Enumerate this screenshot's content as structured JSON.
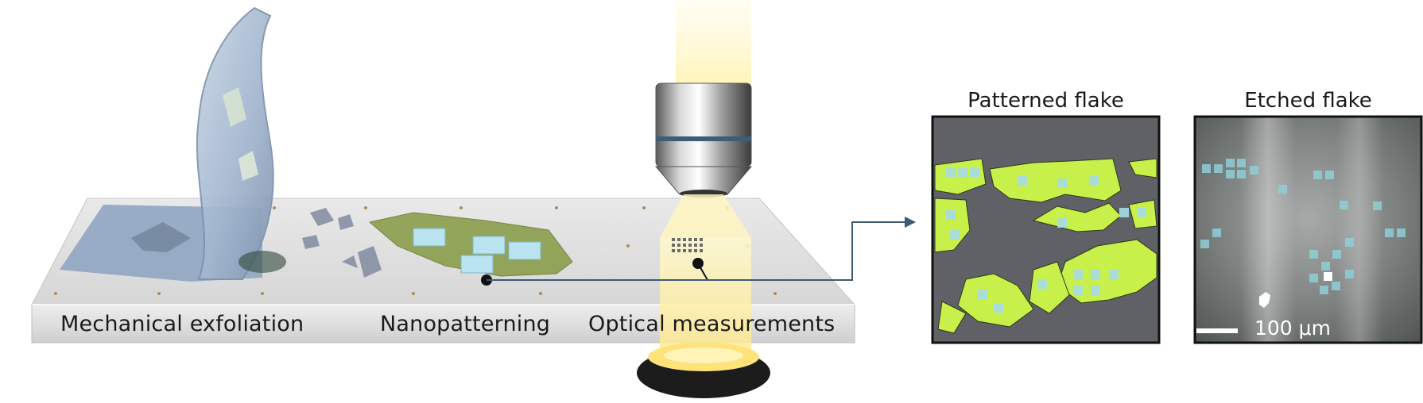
{
  "stage_labels": {
    "exfoliation": "Mechanical exfoliation",
    "patterning": "Nanopatterning",
    "optical": "Optical measurements"
  },
  "panels": {
    "patterned": {
      "title": "Patterned flake"
    },
    "etched": {
      "title": "Etched flake",
      "scale_bar": "100 μm"
    }
  },
  "colors": {
    "substrate": "#dcdcdc",
    "tape": "#9fb3cc",
    "flake_green": "#c8f04a",
    "pattern_cyan": "#a6dce6",
    "arrow": "#3d5a73",
    "panel_bg": "#5f6166"
  }
}
